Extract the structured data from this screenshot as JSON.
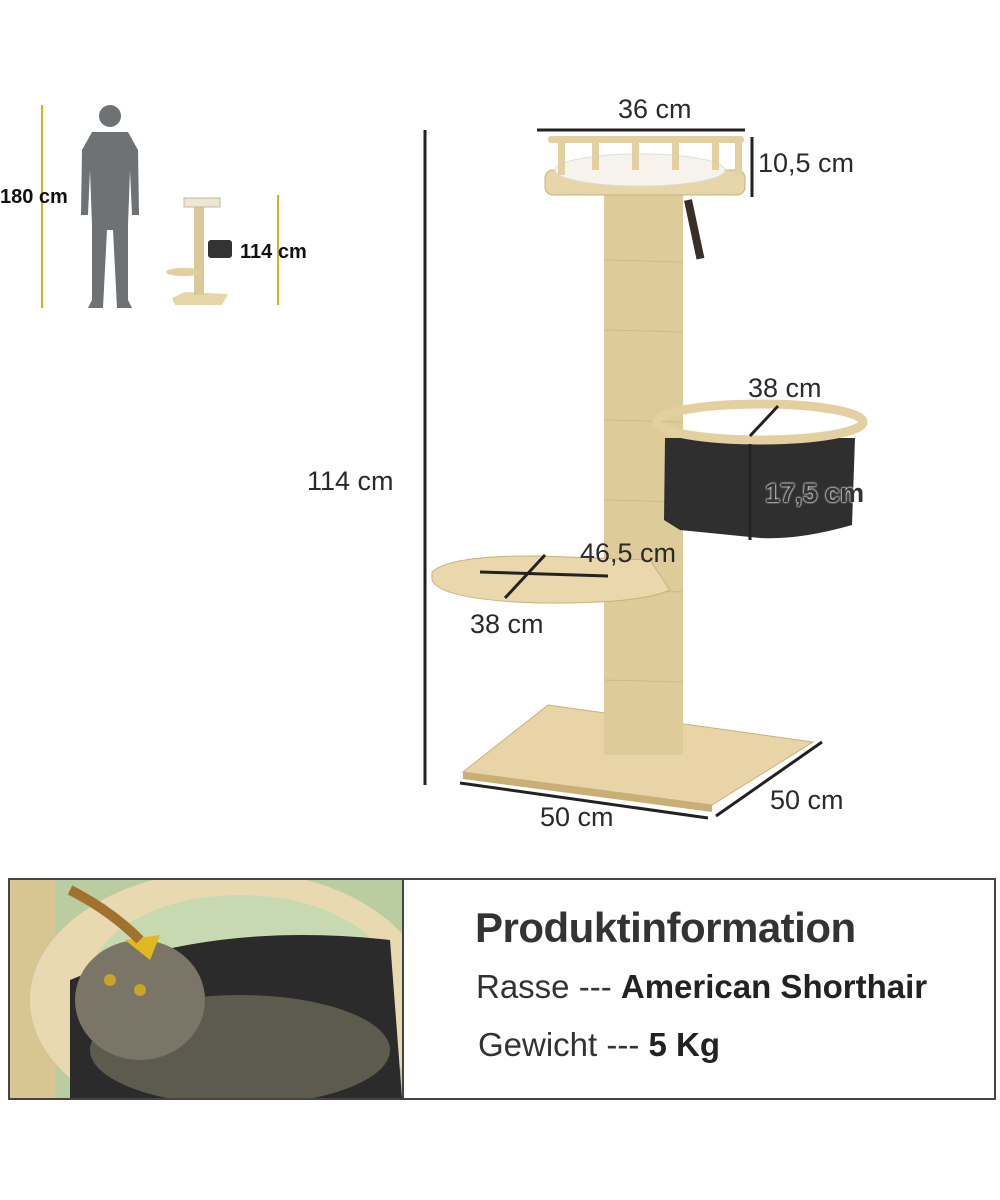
{
  "scale_comparison": {
    "person_height_label": "180 cm",
    "tree_height_label": "114 cm",
    "accent_color": "#d6b21a"
  },
  "dimensions": {
    "total_height": "114 cm",
    "top_width": "36 cm",
    "top_height": "10,5 cm",
    "bowl_diameter": "38 cm",
    "bowl_height": "17,5 cm",
    "platform_length": "46,5 cm",
    "platform_width": "38 cm",
    "base_width": "50 cm",
    "base_depth": "50 cm"
  },
  "info": {
    "title": "Produktinformation",
    "breed_label": "Rasse",
    "separator": "---",
    "breed_value": "American Shorthair",
    "weight_label": "Gewicht",
    "weight_value": "5 Kg"
  }
}
